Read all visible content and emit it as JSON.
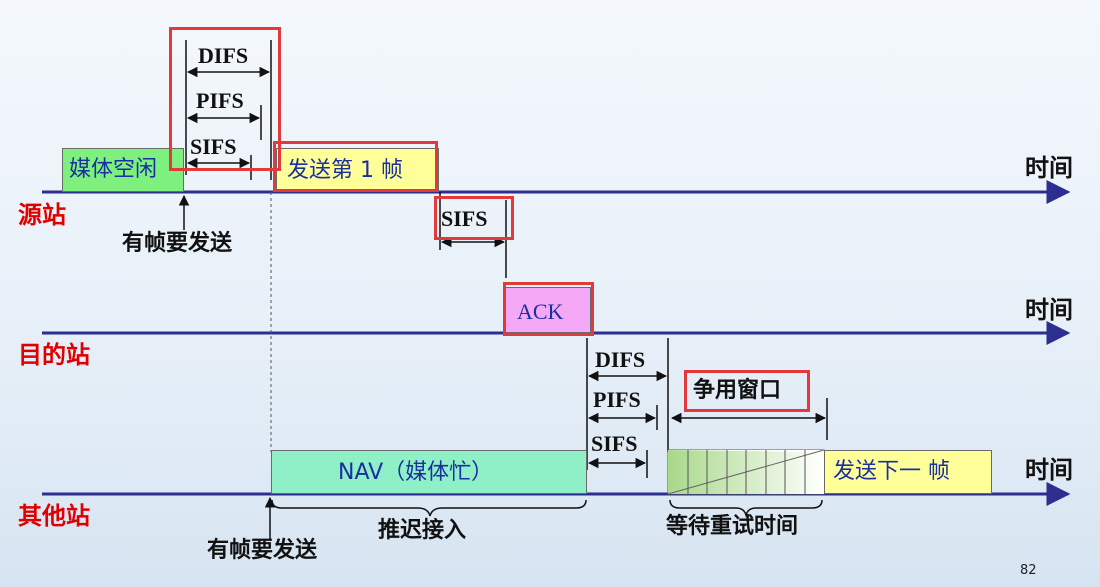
{
  "colors": {
    "axis": "#2c2f8f",
    "station_label": "#e00000",
    "idle_fill": "#7df07d",
    "frame_fill": "#ffff99",
    "ack_fill": "#f5a8f5",
    "nav_fill": "#8ff0c8",
    "highlight": "#e23a3a",
    "window_green": "#a8d88a"
  },
  "time_axis_label": "时间",
  "stations": {
    "source": "源站",
    "destination": "目的站",
    "others": "其他站"
  },
  "source_row": {
    "idle_box": "媒体空闲",
    "frame_box": "发送第 1 帧",
    "has_frame": "有帧要发送",
    "difs": "DIFS",
    "pifs": "PIFS",
    "sifs": "SIFS"
  },
  "destination_row": {
    "sifs": "SIFS",
    "ack_box": "ACK"
  },
  "others_row": {
    "nav_box": "NAV（媒体忙）",
    "defer": "推迟接入",
    "has_frame": "有帧要发送",
    "difs": "DIFS",
    "pifs": "PIFS",
    "sifs": "SIFS",
    "contention_window": "争用窗口",
    "wait_retry": "等待重试时间",
    "next_frame_box": "发送下一 帧"
  },
  "page_number": "82"
}
